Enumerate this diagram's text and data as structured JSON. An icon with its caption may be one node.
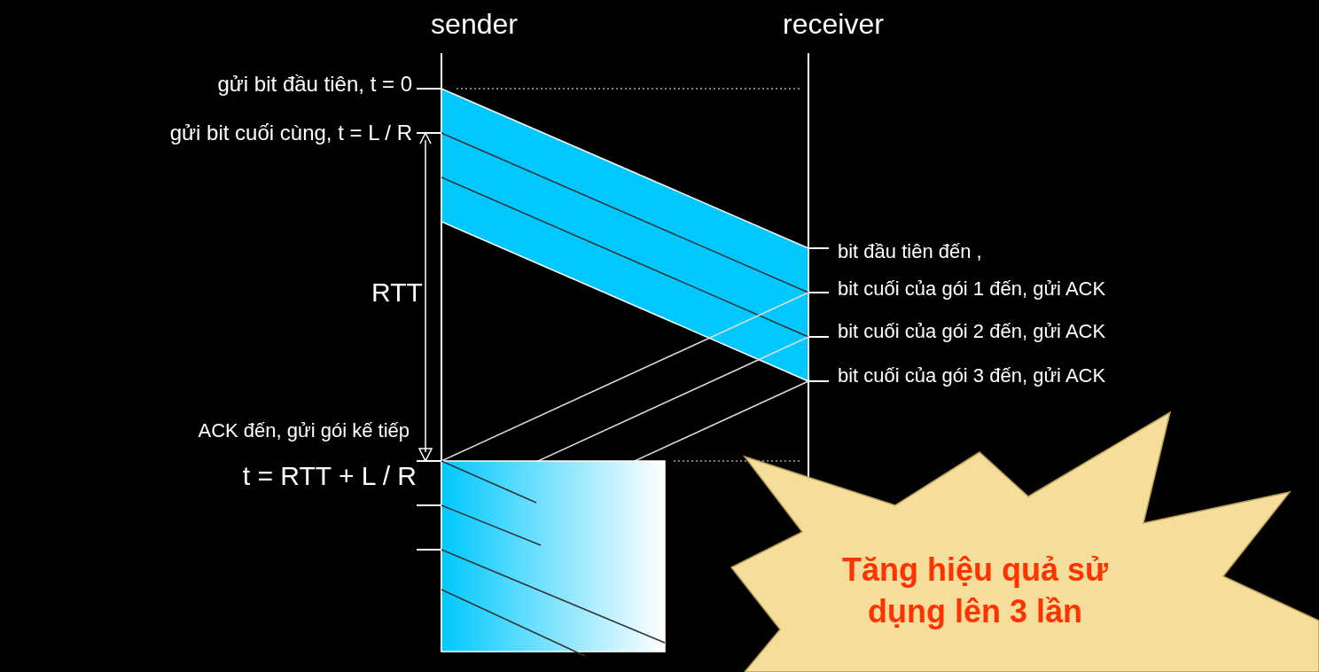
{
  "diagram": {
    "nodes": [
      {
        "text": [
          "Tăng hiệu quả sử dụng lên 3 lần"
        ]
      }
    ],
    "labels": [
      "sender",
      "receiver",
      "gửi bit đầu tiên, t = 0",
      "gửi bit cuối cùng, t = L / R",
      "bit đầu tiên đến ,",
      "bit cuối của gói 1 đến, gửi ACK",
      "bit cuối của gói 2 đến, gửi ACK",
      "RTT",
      "bit cuối của gói 3 đến, gửi ACK",
      "ACK đến, gửi gói kế tiếp",
      "t = RTT + L / R"
    ]
  }
}
